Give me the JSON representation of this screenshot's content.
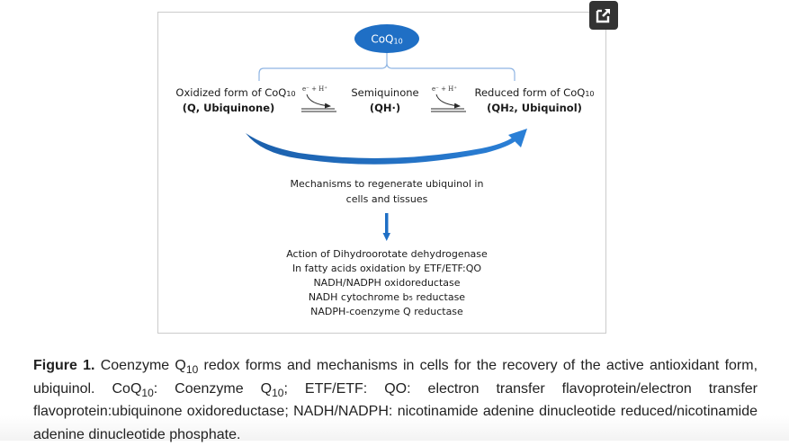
{
  "figure": {
    "center_node": {
      "label": "CoQ",
      "sub": "10"
    },
    "forms": [
      {
        "line1_prefix": "Oxidized form of CoQ",
        "line1_sub": "10",
        "line2": "(Q, Ubiquinone)"
      },
      {
        "line1_prefix": "Semiquinone",
        "line1_sub": "",
        "line2": "(QH·)"
      },
      {
        "line1_prefix": "Reduced form of CoQ",
        "line1_sub": "10",
        "line2_prefix": "(QH",
        "line2_sub": "2",
        "line2_suffix": ", Ubiquinol)"
      }
    ],
    "reaction_label": "e⁻ + H⁺",
    "mechanisms_heading": [
      "Mechanisms to regenerate ubiquinol in",
      "cells and tissues"
    ],
    "mechanisms": [
      "Action of Dihydroorotate dehydrogenase",
      "In fatty acids oxidation by ETF/ETF:QO",
      "NADH/NADPH oxidoreductase",
      {
        "prefix": "NADH cytochrome b",
        "sub": "5",
        "suffix": " reductase"
      },
      "NADPH-coenzyme Q reductase"
    ],
    "accent_color": "#1f6fc5"
  },
  "popout_button": {
    "icon": "open-in-new-icon"
  },
  "caption": {
    "label": "Figure 1.",
    "text_1": " Coenzyme Q",
    "sub_1": "10",
    "text_2": " redox forms and mechanisms in cells for the recovery of the active antioxidant form, ubiquinol. CoQ",
    "sub_2": "10",
    "text_3": ": Coenzyme Q",
    "sub_3": "10",
    "text_4": "; ETF/ETF: QO: electron transfer flavoprotein/electron transfer flavoprotein:ubiquinone oxidoreductase; NADH/NADPH: nicotinamide adenine dinucleotide reduced/nicotinamide adenine dinucleotide phosphate."
  }
}
